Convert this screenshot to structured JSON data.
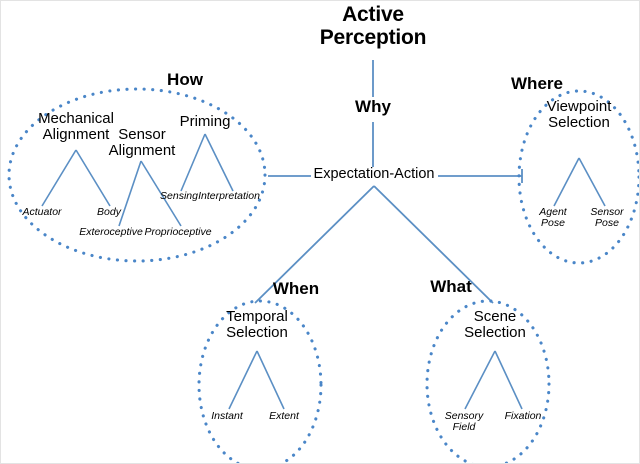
{
  "diagram": {
    "title": "Active Perception",
    "center_node": "Expectation-Action",
    "accent_color": "#5b8fc4",
    "text_color": "#000000",
    "background_color": "#ffffff",
    "border_color": "#e3e3e3"
  },
  "categories": {
    "why": {
      "label": "Why"
    },
    "how": {
      "label": "How"
    },
    "where": {
      "label": "Where"
    },
    "when": {
      "label": "When"
    },
    "what": {
      "label": "What"
    }
  },
  "groups": {
    "how": {
      "category": "How",
      "nodes": [
        {
          "name_line1": "Mechanical",
          "name_line2": "Alignment",
          "leaves": [
            "Actuator",
            "Body"
          ]
        },
        {
          "name_line1": "Sensor",
          "name_line2": "Alignment",
          "leaves": [
            "Exteroceptive",
            "Proprioceptive"
          ]
        },
        {
          "name_line1": "Priming",
          "name_line2": "",
          "leaves": [
            "Sensing",
            "Interpretation"
          ]
        }
      ]
    },
    "where": {
      "category": "Where",
      "nodes": [
        {
          "name_line1": "Viewpoint",
          "name_line2": "Selection",
          "leaves": [
            "Agent\nPose",
            "Sensor\nPose"
          ]
        }
      ]
    },
    "when": {
      "category": "When",
      "nodes": [
        {
          "name_line1": "Temporal",
          "name_line2": "Selection",
          "leaves": [
            "Instant",
            "Extent"
          ]
        }
      ]
    },
    "what": {
      "category": "What",
      "nodes": [
        {
          "name_line1": "Scene",
          "name_line2": "Selection",
          "leaves": [
            "Sensory\nField",
            "Fixation"
          ]
        }
      ]
    }
  },
  "labels": {
    "title_line1": "Active",
    "title_line2": "Perception",
    "why": "Why",
    "how": "How",
    "where": "Where",
    "when": "When",
    "what": "What",
    "center": "Expectation-Action",
    "mechanical_alignment_1": "Mechanical",
    "mechanical_alignment_2": "Alignment",
    "sensor_alignment_1": "Sensor",
    "sensor_alignment_2": "Alignment",
    "priming": "Priming",
    "actuator": "Actuator",
    "body": "Body",
    "exteroceptive": "Exteroceptive",
    "proprioceptive": "Proprioceptive",
    "sensing": "Sensing",
    "interpretation": "Interpretation",
    "viewpoint_1": "Viewpoint",
    "viewpoint_2": "Selection",
    "agent_pose_1": "Agent",
    "agent_pose_2": "Pose",
    "sensor_pose_1": "Sensor",
    "sensor_pose_2": "Pose",
    "temporal_1": "Temporal",
    "temporal_2": "Selection",
    "instant": "Instant",
    "extent": "Extent",
    "scene_1": "Scene",
    "scene_2": "Selection",
    "sensory_field_1": "Sensory",
    "sensory_field_2": "Field",
    "fixation": "Fixation"
  }
}
